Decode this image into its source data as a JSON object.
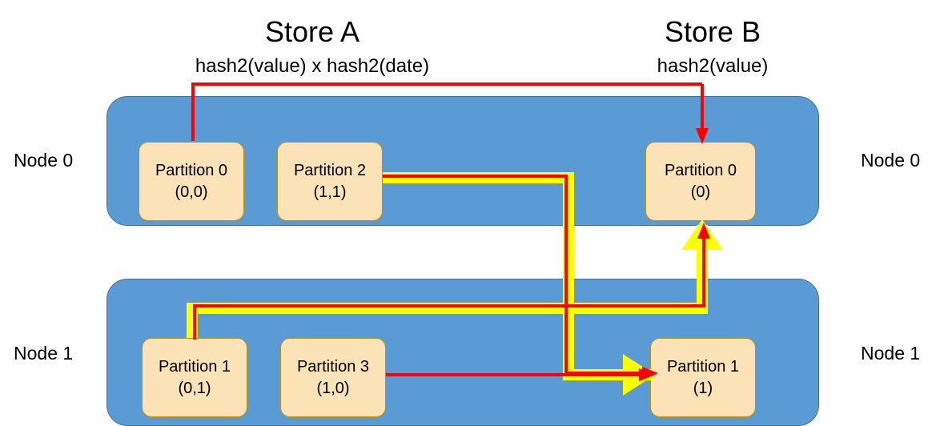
{
  "diagram": {
    "title_left": "Store A",
    "title_right": "Store B",
    "subtitle_left": "hash2(value) x hash2(date)",
    "subtitle_right": "hash2(value)",
    "colors": {
      "node_fill": "#5B9BD5",
      "node_stroke": "#41719C",
      "partition_fill": "#FBE2B7",
      "partition_stroke": "#BF9000",
      "arrow_red": "#FF0000",
      "arrow_yellow": "#FFFF00",
      "background": "#FFFFFF",
      "text": "#000000"
    }
  },
  "labels": {
    "left": [
      {
        "text": "Node 0"
      },
      {
        "text": "Node 1"
      }
    ],
    "right": [
      {
        "text": "Node 0"
      },
      {
        "text": "Node 1"
      }
    ]
  },
  "nodes": [
    {
      "id": "node-0",
      "store_a_partitions": [
        {
          "name": "Partition 0",
          "key": "(0,0)"
        },
        {
          "name": "Partition 2",
          "key": "(1,1)"
        }
      ],
      "store_b_partitions": [
        {
          "name": "Partition 0",
          "key": "(0)"
        }
      ]
    },
    {
      "id": "node-1",
      "store_a_partitions": [
        {
          "name": "Partition 1",
          "key": "(0,1)"
        },
        {
          "name": "Partition 3",
          "key": "(1,0)"
        }
      ],
      "store_b_partitions": [
        {
          "name": "Partition 1",
          "key": "(1)"
        }
      ]
    }
  ],
  "connectors": [
    {
      "id": "store-a-entry",
      "style": "red",
      "from": "store-a-label",
      "to": "Partition 0 (0,0)"
    },
    {
      "id": "store-b-entry",
      "style": "red",
      "from": "store-b-label",
      "to": "Partition 0 (0)"
    },
    {
      "id": "p2-to-p1b",
      "style": "red-on-yellow",
      "from": "Partition 2 (1,1)",
      "to": "Partition 1 (1)"
    },
    {
      "id": "p1a-to-p0b",
      "style": "red-on-yellow",
      "from": "Partition 1 (0,1)",
      "to": "Partition 0 (0)"
    },
    {
      "id": "p3-to-p1b",
      "style": "red",
      "from": "Partition 3 (1,0)",
      "to": "Partition 1 (1)"
    }
  ]
}
